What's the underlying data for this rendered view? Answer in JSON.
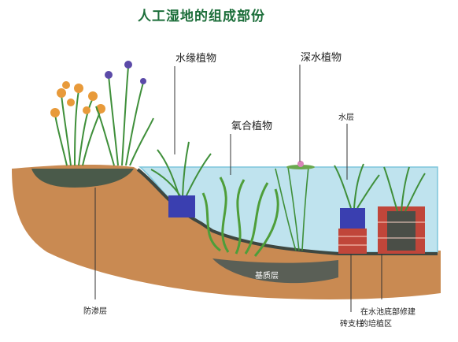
{
  "title": "人工湿地的组成部份",
  "labels": {
    "emergent": "水缘植物",
    "deep": "深水植物",
    "oxygenating": "氧合植物",
    "water_layer": "水层",
    "substrate": "基质层",
    "liner": "防渗层",
    "brick_pillar": "砖支柱",
    "planting_zone_line1": "在水池底部修建",
    "planting_zone_line2": "的培植区"
  },
  "colors": {
    "soil": "#c98a52",
    "soil_dark": "#a86a3a",
    "water": "#bfe3ee",
    "water_edge": "#7fc6db",
    "substrate": "#5a5f56",
    "liner": "#3e4740",
    "brick": "#c0463a",
    "basket": "#3a3fb0",
    "plant": "#3f8f3a",
    "flower_orange": "#e89a3a",
    "flower_purple": "#5b4aa8"
  }
}
